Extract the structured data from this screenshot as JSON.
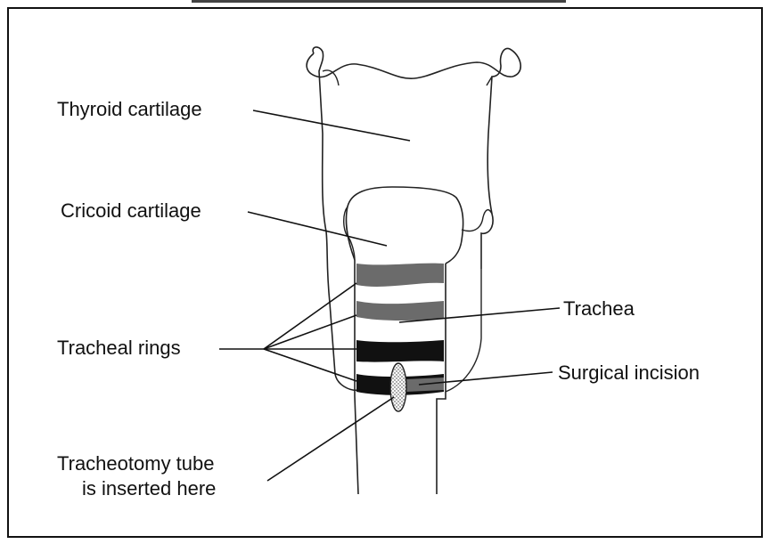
{
  "labels": {
    "thyroid": "Thyroid cartilage",
    "cricoid": "Cricoid cartilage",
    "trachea": "Trachea",
    "rings": "Tracheal rings",
    "incision": "Surgical incision",
    "tube_line1": "Tracheotomy tube",
    "tube_line2": "is inserted here"
  },
  "colors": {
    "ring_gray": "#6b6b6b",
    "ring_black": "#111111",
    "outline": "#222222",
    "leader": "#111111"
  }
}
